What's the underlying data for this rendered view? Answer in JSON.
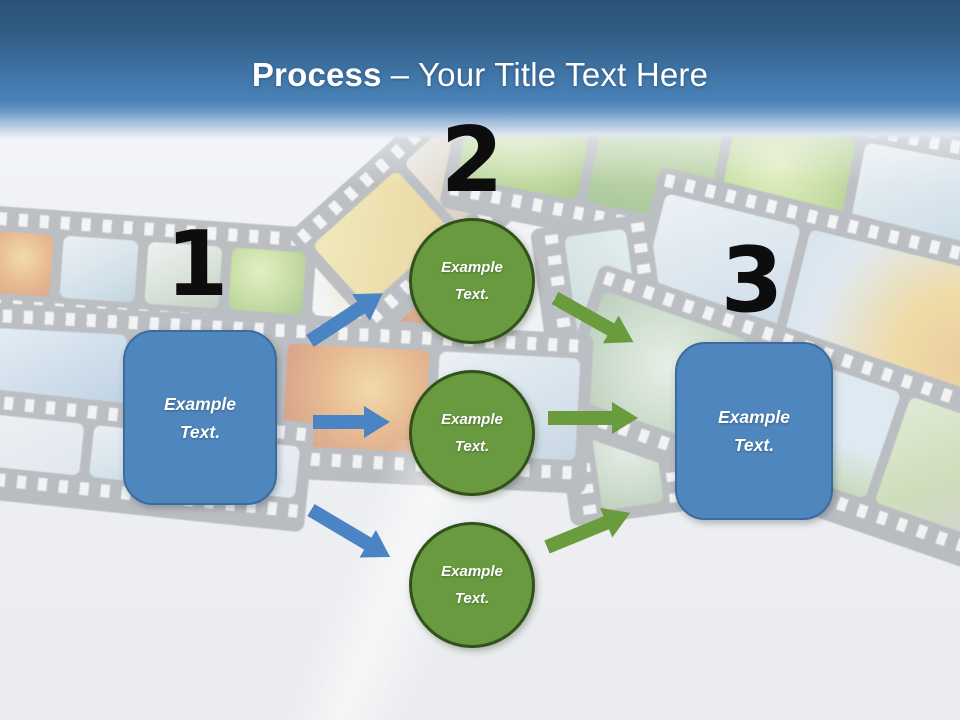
{
  "header": {
    "title_emphasis": "Process",
    "title_rest": "– Your Title Text Here"
  },
  "diagram": {
    "number1": "1",
    "number2": "2",
    "number3": "3",
    "left_box_label": "Example Text.",
    "right_box_label": "Example Text.",
    "circle1_label": "Example Text.",
    "circle2_label": "Example Text.",
    "circle3_label": "Example Text."
  },
  "colors": {
    "header_blue_top": "#2a5274",
    "header_blue_bottom": "#4a82b8",
    "box_blue": "#4e86bd",
    "box_border": "#3b6c9d",
    "circle_green": "#699a40",
    "circle_border": "#32511d",
    "arrow_blue": "#4a84c4",
    "arrow_green": "#6a9c3d",
    "number_black": "#0d0d0d",
    "slide_background": "#eef0f3"
  },
  "background_theme": "faded filmstrip collage of nature photos"
}
